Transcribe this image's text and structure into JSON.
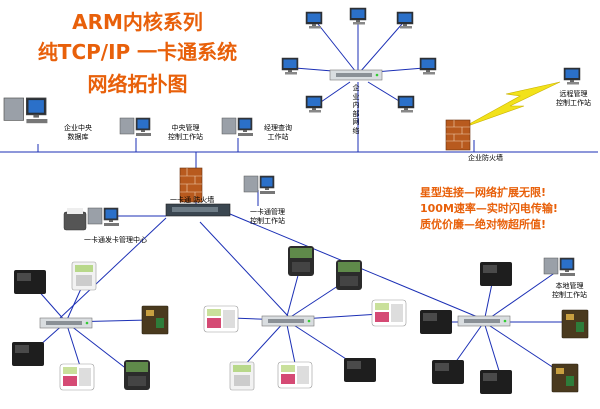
{
  "title": {
    "line1": "ARM内核系列",
    "line2": "纯TCP/IP 一卡通系统",
    "line3": "网络拓扑图"
  },
  "slogans": [
    "星型连接—网络扩展无限!",
    "100M速率—实时闪电传输!",
    "质优价廉—绝对物超所值!"
  ],
  "labels": {
    "db_line1": "企业中央",
    "db_line2": "数据库",
    "mgmt_line1": "中央管理",
    "mgmt_line2": "控制工作站",
    "mgr_line1": "经理查询",
    "mgr_line2": "工作站",
    "lan": "企业内部网络",
    "remote_line1": "远程管理",
    "remote_line2": "控制工作站",
    "fw_enterprise": "企业防火墙",
    "fw_card": "一卡通  防火墙",
    "card_ws_line1": "一卡通管理",
    "card_ws_line2": "控制工作站",
    "issue_center": "一卡通发卡管理中心",
    "local_line1": "本地管理",
    "local_line2": "控制工作站"
  },
  "colors": {
    "accent": "#e8600a",
    "line": "#1b2fb5",
    "lightning": "#f2e21a"
  }
}
